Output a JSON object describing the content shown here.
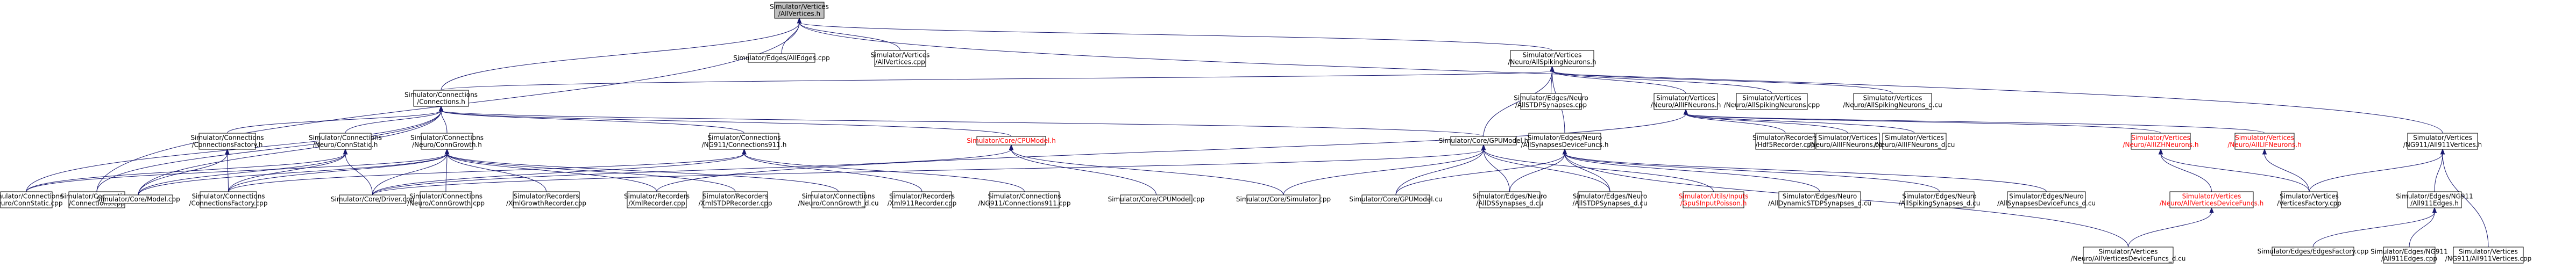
{
  "graph": {
    "nodes": [
      {
        "id": "allvertices_h",
        "lines": [
          "Simulator/Vertices",
          "/AllVertices.h"
        ],
        "root": true
      },
      {
        "id": "alledges_cpp",
        "lines": [
          "Simulator/Edges/AllEdges.cpp"
        ]
      },
      {
        "id": "allvertices_cpp",
        "lines": [
          "Simulator/Vertices",
          "/AllVertices.cpp"
        ]
      },
      {
        "id": "allspiking_h",
        "lines": [
          "Simulator/Vertices",
          "/Neuro/AllSpikingNeurons.h"
        ]
      },
      {
        "id": "connections_cpp",
        "lines": [
          "Simulator/Connections",
          "/Connections.cpp"
        ]
      },
      {
        "id": "nr911vertices_h",
        "lines": [
          "Simulator/Vertices",
          "/NG911/All911Vertices.h"
        ]
      },
      {
        "id": "connections_h",
        "lines": [
          "Simulator/Connections",
          "/Connections.h"
        ]
      },
      {
        "id": "allstdpsynapses_cpp",
        "lines": [
          "Simulator/Edges/Neuro",
          "/AllSTDPSynapses.cpp"
        ]
      },
      {
        "id": "allifneurons_h",
        "lines": [
          "Simulator/Vertices",
          "/Neuro/AllIFNeurons.h"
        ]
      },
      {
        "id": "allspikingneurons_cpp",
        "lines": [
          "Simulator/Vertices",
          "/Neuro/AllSpikingNeurons.cpp"
        ]
      },
      {
        "id": "allspikingneurons_dcu",
        "lines": [
          "Simulator/Vertices",
          "/Neuro/AllSpikingNeurons_d.cu"
        ]
      },
      {
        "id": "connfactory_h",
        "lines": [
          "Simulator/Connections",
          "/ConnectionsFactory.h"
        ]
      },
      {
        "id": "connstatic_h",
        "lines": [
          "Simulator/Connections",
          "/Neuro/ConnStatic.h"
        ]
      },
      {
        "id": "conngrowth_h",
        "lines": [
          "Simulator/Connections",
          "/Neuro/ConnGrowth.h"
        ]
      },
      {
        "id": "connections911_h",
        "lines": [
          "Simulator/Connections",
          "/NG911/Connections911.h"
        ]
      },
      {
        "id": "cpumodel_h",
        "lines": [
          "Simulator/Core/CPUModel.h"
        ],
        "red": true
      },
      {
        "id": "gpumodel_h",
        "lines": [
          "Simulator/Core/GPUModel.h"
        ]
      },
      {
        "id": "allsynapsesdevicefuncs_h",
        "lines": [
          "Simulator/Edges/Neuro",
          "/AllSynapsesDeviceFuncs.h"
        ]
      },
      {
        "id": "hdf5recorder_cpp",
        "lines": [
          "Simulator/Recorders",
          "/Hdf5Recorder.cpp"
        ]
      },
      {
        "id": "allifneurons_cpp",
        "lines": [
          "Simulator/Vertices",
          "/Neuro/AllIFNeurons.cpp"
        ]
      },
      {
        "id": "allifneurons_dcu",
        "lines": [
          "Simulator/Vertices",
          "/Neuro/AllIFNeurons_d.cu"
        ]
      },
      {
        "id": "allizhneurons_h",
        "lines": [
          "Simulator/Vertices",
          "/Neuro/AllIZHNeurons.h"
        ],
        "red": true
      },
      {
        "id": "alllifneurons_h",
        "lines": [
          "Simulator/Vertices",
          "/Neuro/AllLIFNeurons.h"
        ],
        "red": true
      },
      {
        "id": "connstatic_cpp",
        "lines": [
          "Simulator/Connections",
          "/Neuro/ConnStatic.cpp"
        ]
      },
      {
        "id": "model_cpp",
        "lines": [
          "Simulator/Core/Model.cpp"
        ]
      },
      {
        "id": "connfactory_cpp",
        "lines": [
          "Simulator/Connections",
          "/ConnectionsFactory.cpp"
        ]
      },
      {
        "id": "driver_cpp",
        "lines": [
          "Simulator/Core/Driver.cpp"
        ]
      },
      {
        "id": "conngrowth_cpp",
        "lines": [
          "Simulator/Connections",
          "/Neuro/ConnGrowth.cpp"
        ]
      },
      {
        "id": "xmlgrowthrecorder_cpp",
        "lines": [
          "Simulator/Recorders",
          "/XmlGrowthRecorder.cpp"
        ]
      },
      {
        "id": "xmlrecorder_cpp",
        "lines": [
          "Simulator/Recorders",
          "/XmlRecorder.cpp"
        ]
      },
      {
        "id": "xmlstdprecorder_cpp",
        "lines": [
          "Simulator/Recorders",
          "/XmlSTDPRecorder.cpp"
        ]
      },
      {
        "id": "conngrowth_dcu",
        "lines": [
          "Simulator/Connections",
          "/Neuro/ConnGrowth_d.cu"
        ]
      },
      {
        "id": "xml911recorder_cpp",
        "lines": [
          "Simulator/Recorders",
          "/Xml911Recorder.cpp"
        ]
      },
      {
        "id": "connections911_cpp",
        "lines": [
          "Simulator/Connections",
          "/NG911/Connections911.cpp"
        ]
      },
      {
        "id": "cpumodel_cpp",
        "lines": [
          "Simulator/Core/CPUModel.cpp"
        ]
      },
      {
        "id": "simulator_cpp",
        "lines": [
          "Simulator/Core/Simulator.cpp"
        ]
      },
      {
        "id": "gpumodel_cu",
        "lines": [
          "Simulator/Core/GPUModel.cu"
        ]
      },
      {
        "id": "alldssynapses_dcu",
        "lines": [
          "Simulator/Edges/Neuro",
          "/AllDSSynapses_d.cu"
        ]
      },
      {
        "id": "allstdpsynapses_dcu",
        "lines": [
          "Simulator/Edges/Neuro",
          "/AllSTDPSynapses_d.cu"
        ]
      },
      {
        "id": "gpusinputpoisson_h",
        "lines": [
          "Simulator/Utils/Inputs",
          "/GpuSInputPoisson.h"
        ],
        "red": true
      },
      {
        "id": "alldynamicstdp_dcu",
        "lines": [
          "Simulator/Edges/Neuro",
          "/AllDynamicSTDPSynapses_d.cu"
        ]
      },
      {
        "id": "allspikingsynapses_dcu",
        "lines": [
          "Simulator/Edges/Neuro",
          "/AllSpikingSynapses_d.cu"
        ]
      },
      {
        "id": "allsynapsesdevicefuncs_dcu",
        "lines": [
          "Simulator/Edges/Neuro",
          "/AllSynapsesDeviceFuncs_d.cu"
        ]
      },
      {
        "id": "allverticesdevicefuncs_h",
        "lines": [
          "Simulator/Vertices",
          "/Neuro/AllVerticesDeviceFuncs.h"
        ],
        "red": true
      },
      {
        "id": "verticesfactory_cpp",
        "lines": [
          "Simulator/Vertices",
          "/VerticesFactory.cpp"
        ]
      },
      {
        "id": "all911edges_h",
        "lines": [
          "Simulator/Edges/NG911",
          "/All911Edges.h"
        ]
      },
      {
        "id": "allverticesdevicefuncs_dcu",
        "lines": [
          "Simulator/Vertices",
          "/Neuro/AllVerticesDeviceFuncs_d.cu"
        ]
      },
      {
        "id": "edgesfactory_cpp",
        "lines": [
          "Simulator/Edges/EdgesFactory.cpp"
        ]
      },
      {
        "id": "all911edges_cpp",
        "lines": [
          "Simulator/Edges/NG911",
          "/All911Edges.cpp"
        ]
      },
      {
        "id": "all911vertices_cpp",
        "lines": [
          "Simulator/Vertices",
          "/NG911/All911Vertices.cpp"
        ]
      }
    ]
  }
}
